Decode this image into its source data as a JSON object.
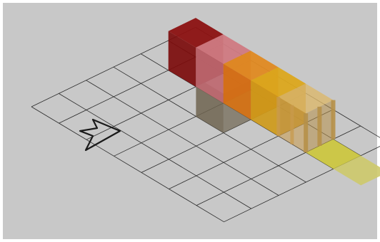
{
  "background": "#c8c8c8",
  "grid": {
    "columns": 6,
    "rows": 7,
    "line_color": "#2a2a2a"
  },
  "pointer": {
    "icon": "arrow-cursor-icon",
    "color": "#1a1a1a"
  },
  "blocks": [
    {
      "name": "maroon-cube",
      "type": "cube",
      "top": "#8c1212",
      "front": "#6a0808",
      "side": "#7c0c0c"
    },
    {
      "name": "rose-cube",
      "type": "cube",
      "top": "#d07a82",
      "front": "#a84450",
      "side": "#be6870"
    },
    {
      "name": "orange-cube",
      "type": "cube",
      "top": "#e08a22",
      "front": "#c85a0a",
      "side": "#d67214"
    },
    {
      "name": "amber-cube",
      "type": "cube",
      "top": "#dca81e",
      "front": "#c08e1c",
      "side": "#ce9a1a"
    },
    {
      "name": "frame-cube",
      "type": "frame",
      "top": "#dcb86c",
      "front": "#b69048",
      "side": "#c89a4c"
    },
    {
      "name": "shadow-block",
      "type": "shadow",
      "color": "#6e6450"
    },
    {
      "name": "lime-tile",
      "type": "tile",
      "color": "#ccc73a"
    },
    {
      "name": "pale-lime-tile",
      "type": "tile",
      "color": "#cdc96a"
    }
  ]
}
